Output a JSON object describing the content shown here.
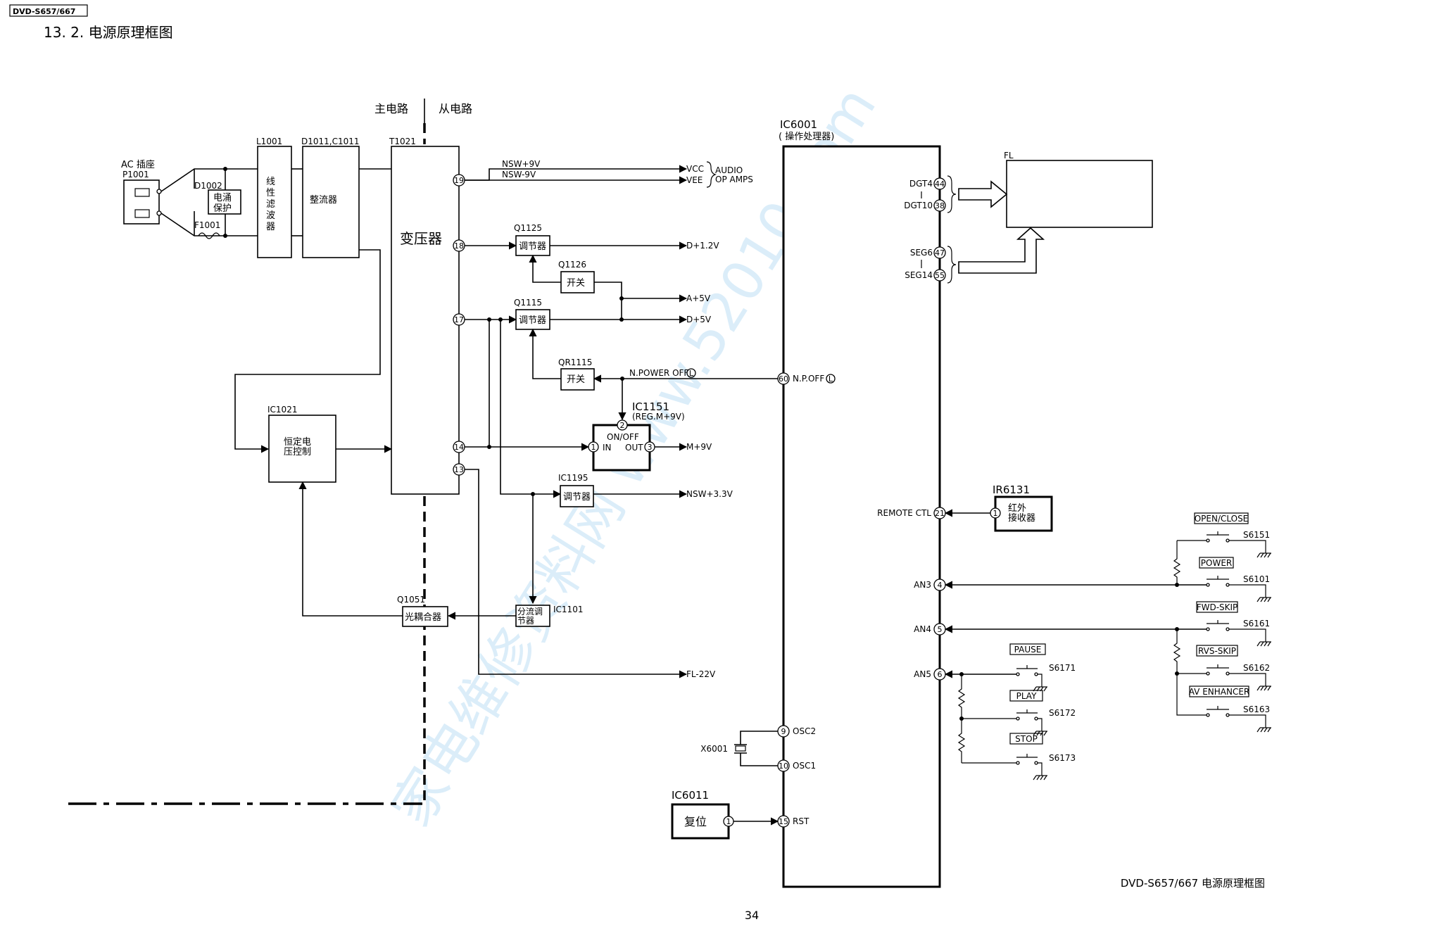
{
  "header": {
    "model_tag": "DVD-S657/667",
    "section_title": "13. 2.  电源原理框图"
  },
  "footer": {
    "caption": "DVD-S657/667 电源原理框图",
    "page_number": "34"
  },
  "watermark": "家电维修资料网 www.52010.com",
  "circuit": {
    "region_main": "主电路",
    "region_secondary": "从电路",
    "ac_socket_label": "AC 插座",
    "ac_socket_ref": "P1001",
    "d1002_ref": "D1002",
    "d1002_label_1": "电涌",
    "d1002_label_2": "保护",
    "f1001_ref": "F1001",
    "l1001_ref": "L1001",
    "l1001_label": [
      "线",
      "性",
      "滤",
      "波",
      "器"
    ],
    "rect_ref": "D1011,C1011",
    "rect_label": "整流器",
    "t1021_ref": "T1021",
    "t1021_label": "变压器",
    "ic1021_ref": "IC1021",
    "ic1021_label_1": "恒定电",
    "ic1021_label_2": "压控制",
    "q1051_ref": "Q1051",
    "q1051_label": "光耦合器",
    "q1125_ref": "Q1125",
    "q1125_label": "调节器",
    "q1126_ref": "Q1126",
    "q1126_label": "开关",
    "q1115_ref": "Q1115",
    "q1115_label": "调节器",
    "qr1115_ref": "QR1115",
    "qr1115_label": "开关",
    "ic1151_ref": "IC1151",
    "ic1151_sub": "(REG.M+9V)",
    "ic1151_onoff": "ON/OFF",
    "ic1151_in": "IN",
    "ic1151_out": "OUT",
    "ic1195_ref": "IC1195",
    "ic1195_label": "调节器",
    "ic1101_ref": "IC1101",
    "ic1101_label_1": "分流调",
    "ic1101_label_2": "节器",
    "pins_t": {
      "p19": "19",
      "p18": "18",
      "p17": "17",
      "p14": "14",
      "p13": "13"
    },
    "pins_ic1151": {
      "p1": "1",
      "p2": "2",
      "p3": "3"
    },
    "nets": {
      "nsw9p": "NSW+9V",
      "nsw9m": "NSW-9V",
      "vcc": "VCC",
      "vee": "VEE",
      "audio": "AUDIO",
      "opamps": "OP AMPS",
      "d12": "D+1.2V",
      "a5": "A+5V",
      "d5": "D+5V",
      "npoweroff": "N.POWER OFF",
      "m9": "M+9V",
      "nsw33": "NSW+3.3V",
      "fl22": "FL-22V",
      "l_mark": "L"
    },
    "ic6001_ref": "IC6001",
    "ic6001_label": "( 操作处理器)",
    "ic6001_pins": {
      "dgt4": "DGT4",
      "p44": "44",
      "dgt10": "DGT10",
      "p38": "38",
      "seg6": "SEG6",
      "p47": "47",
      "seg14": "SEG14",
      "p55": "55",
      "p60": "60",
      "npoff": "N.P.OFF",
      "remote": "REMOTE CTL",
      "p21": "21",
      "an3": "AN3",
      "p4": "4",
      "an4": "AN4",
      "p5": "5",
      "an5": "AN5",
      "p6": "6",
      "p9": "9",
      "osc2": "OSC2",
      "p10": "10",
      "osc1": "OSC1",
      "p15": "15",
      "rst": "RST"
    },
    "fl_label": "FL",
    "ir6131_ref": "IR6131",
    "ir6131_label_1": "红外",
    "ir6131_label_2": "接收器",
    "ir6131_pin": "1",
    "x6001_ref": "X6001",
    "ic6011_ref": "IC6011",
    "ic6011_label": "复位",
    "ic6011_pin": "1",
    "keys": {
      "open_close": "OPEN/CLOSE",
      "s6151": "S6151",
      "power": "POWER",
      "s6101": "S6101",
      "fwd_skip": "FWD-SKIP",
      "s6161": "S6161",
      "rvs_skip": "RVS-SKIP",
      "s6162": "S6162",
      "av_enhancer": "AV ENHANCER",
      "s6163": "S6163",
      "pause": "PAUSE",
      "s6171": "S6171",
      "play": "PLAY",
      "s6172": "S6172",
      "stop": "STOP",
      "s6173": "S6173"
    }
  }
}
